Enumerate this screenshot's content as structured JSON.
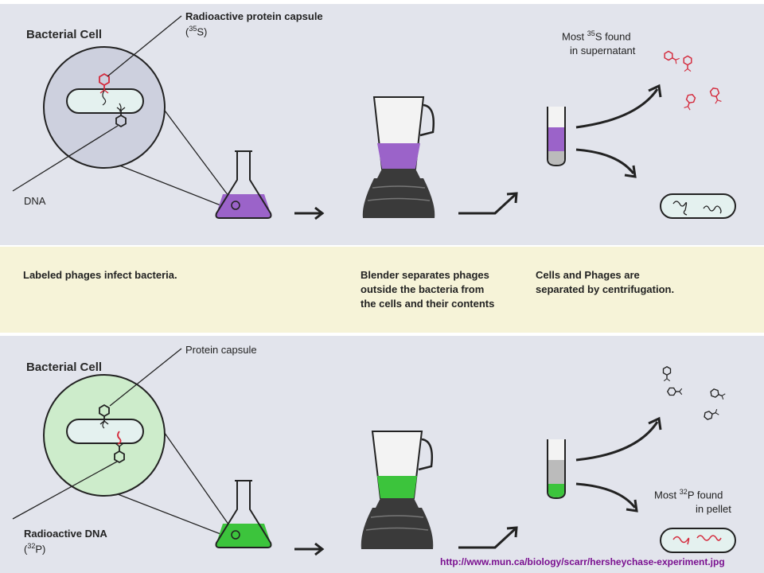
{
  "top": {
    "title": "Bacterial Cell",
    "capsule_label": "Radioactive protein capsule",
    "capsule_iso_open": "(",
    "capsule_iso_mass": "35",
    "capsule_iso_elem": "S)",
    "dna_label": "DNA",
    "supernatant_line1_pre": "Most ",
    "supernatant_line1_mass": "35",
    "supernatant_line1_post": "S found",
    "supernatant_line2": "in supernatant",
    "liquid_color": "#9b63c9",
    "circle_color": "#cdd0de"
  },
  "middle": {
    "step1": "Labeled phages infect bacteria.",
    "step2_l1": "Blender separates phages",
    "step2_l2": "outside the bacteria from",
    "step2_l3": "the cells and their contents",
    "step3_l1": "Cells and Phages are",
    "step3_l2": "separated by centrifugation."
  },
  "bottom": {
    "title": "Bacterial Cell",
    "capsule_label": "Protein capsule",
    "dna_label": "Radioactive  DNA",
    "dna_iso_open": "(",
    "dna_iso_mass": "32",
    "dna_iso_elem": "P)",
    "pellet_line1_pre": "Most ",
    "pellet_line1_mass": "32",
    "pellet_line1_post": "P found",
    "pellet_line2": "in pellet",
    "liquid_color": "#3cc43c",
    "circle_color": "#cdeccb"
  },
  "source_url": "http://www.mun.ca/biology/scarr/hersheychase-experiment.jpg",
  "colors": {
    "panel_bg": "#e2e4ec",
    "band_bg": "#f6f3d8",
    "radioactive_red": "#d42a3c",
    "url_purple": "#7a1090"
  }
}
